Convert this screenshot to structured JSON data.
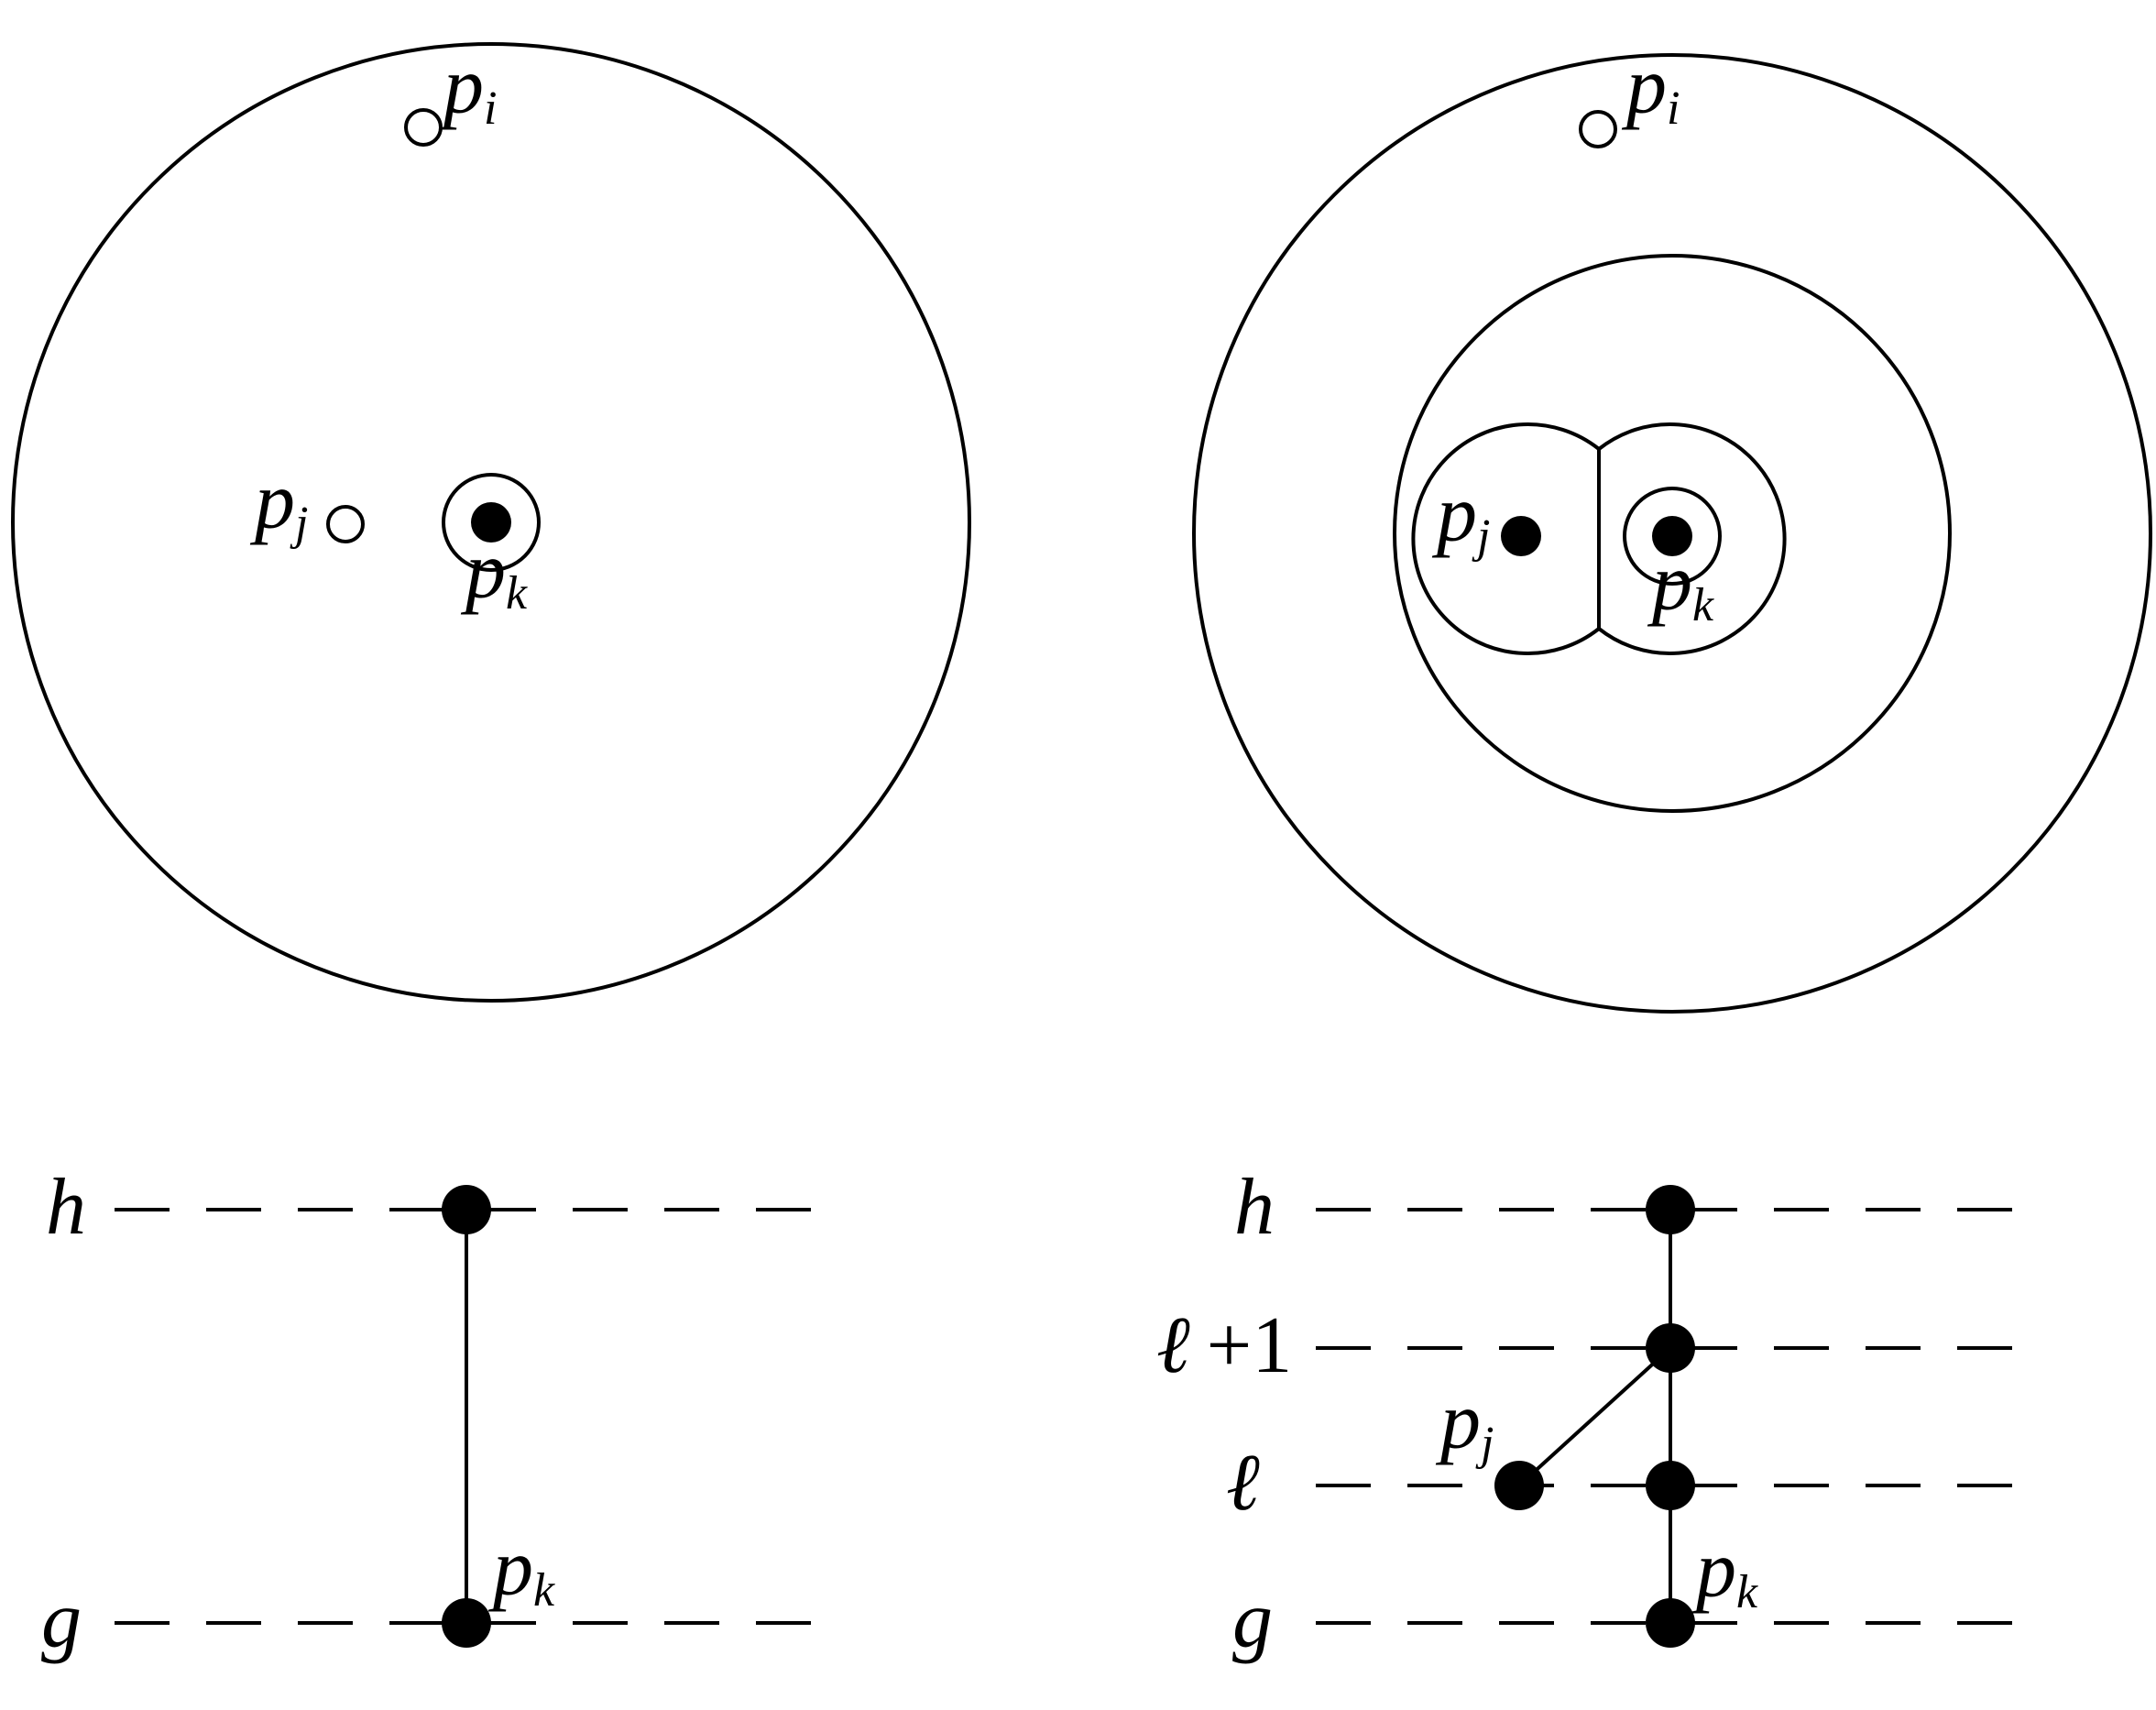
{
  "top_left": {
    "p_i": {
      "base": "p",
      "sub": "i"
    },
    "p_j": {
      "base": "p",
      "sub": "j"
    },
    "p_k": {
      "base": "p",
      "sub": "k"
    }
  },
  "top_right": {
    "p_i": {
      "base": "p",
      "sub": "i"
    },
    "p_j": {
      "base": "p",
      "sub": "j"
    },
    "p_k": {
      "base": "p",
      "sub": "k"
    }
  },
  "bottom_left": {
    "levels": {
      "h": "h",
      "g": "g"
    },
    "p_k": {
      "base": "p",
      "sub": "k"
    }
  },
  "bottom_right": {
    "levels": {
      "h": "h",
      "l_plus_1_symbol": "ℓ",
      "l_plus_1_rest": "+1",
      "l": "ℓ",
      "g": "g"
    },
    "p_j": {
      "base": "p",
      "sub": "j"
    },
    "p_k": {
      "base": "p",
      "sub": "k"
    }
  },
  "colors": {
    "ink": "#000000",
    "background": "#ffffff"
  }
}
